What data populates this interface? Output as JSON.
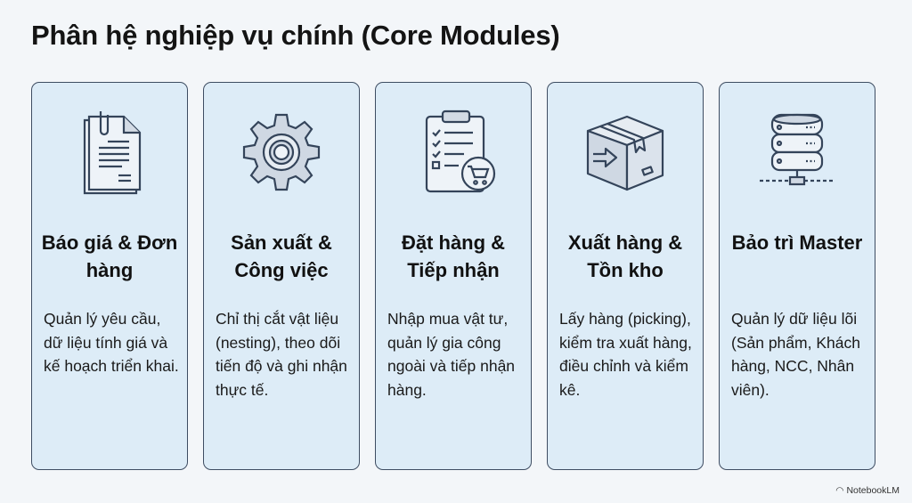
{
  "title": "Phân hệ nghiệp vụ chính (Core Modules)",
  "colors": {
    "background": "#f3f6f9",
    "card": "#ddecf7",
    "border": "#3e4d62"
  },
  "modules": [
    {
      "icon": "document-icon",
      "title": "Báo giá & Đơn hàng",
      "description": "Quản lý yêu cầu, dữ liệu tính giá và kế hoạch triển khai."
    },
    {
      "icon": "gear-icon",
      "title": "Sản xuất & Công việc",
      "description": "Chỉ thị cắt vật liệu (nesting), theo dõi tiến độ và ghi nhận thực tế."
    },
    {
      "icon": "clipboard-cart-icon",
      "title": "Đặt hàng & Tiếp nhận",
      "description": "Nhập mua vật tư, quản lý gia công ngoài và tiếp nhận hàng."
    },
    {
      "icon": "box-icon",
      "title": "Xuất hàng & Tồn kho",
      "description": "Lấy hàng (picking), kiểm tra xuất hàng, điều chỉnh và kiểm kê."
    },
    {
      "icon": "database-icon",
      "title": "Bảo trì Master",
      "description": "Quản lý dữ liệu lõi (Sản phẩm, Khách hàng, NCC, Nhân viên)."
    }
  ],
  "branding": "NotebookLM"
}
